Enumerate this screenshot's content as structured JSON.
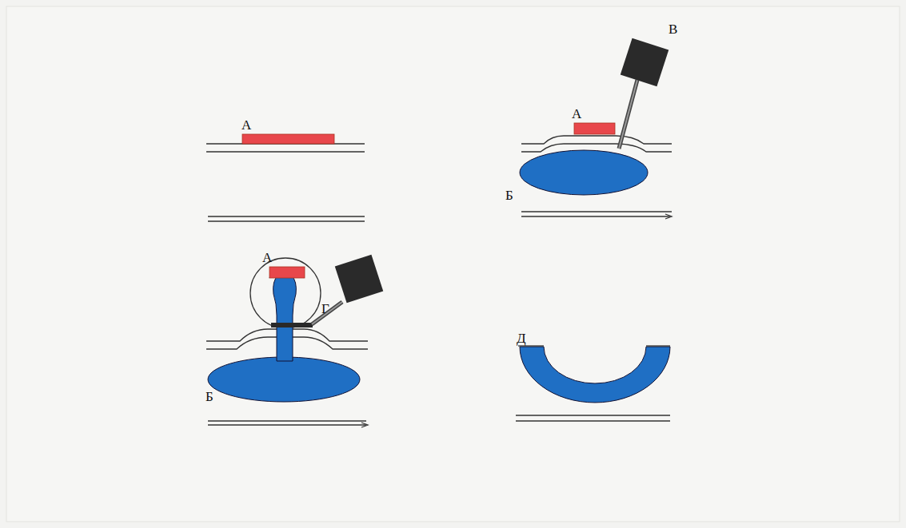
{
  "diagram": {
    "labels": [
      "А",
      "В",
      "А",
      "Б",
      "А",
      "Г",
      "Б",
      "Д"
    ]
  }
}
